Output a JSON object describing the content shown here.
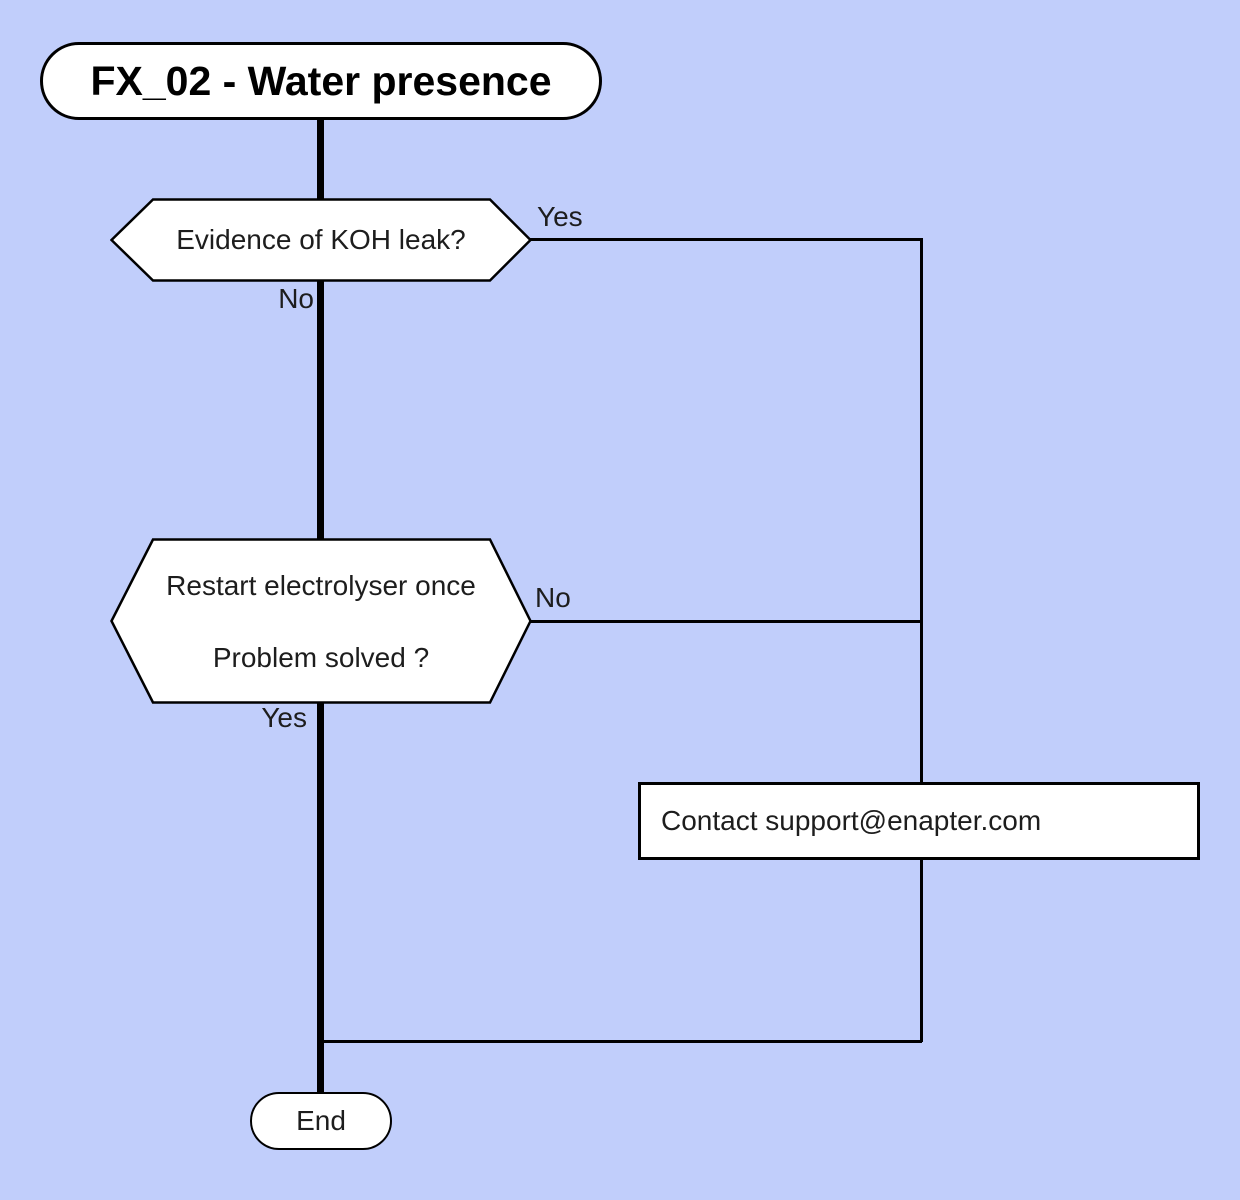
{
  "diagram": {
    "title": "FX_02 - Water presence",
    "colors": {
      "background": "#c1cefb",
      "node_fill": "#ffffff",
      "stroke": "#000000",
      "text": "#1d1d1d"
    },
    "nodes": {
      "start": {
        "type": "stadium",
        "label": "FX_02 - Water presence"
      },
      "decision_koh_leak": {
        "type": "hexagon",
        "label": "Evidence of KOH leak?"
      },
      "decision_restart": {
        "type": "hexagon",
        "label_line1": "Restart electrolyser once",
        "label_line2": "Problem solved ?"
      },
      "contact_support": {
        "type": "rectangle",
        "label": "Contact support@enapter.com"
      },
      "end": {
        "type": "stadium",
        "label": "End"
      }
    },
    "edges": {
      "koh_leak_yes": {
        "label": "Yes"
      },
      "koh_leak_no": {
        "label": "No"
      },
      "restart_no": {
        "label": "No"
      },
      "restart_yes": {
        "label": "Yes"
      }
    }
  }
}
